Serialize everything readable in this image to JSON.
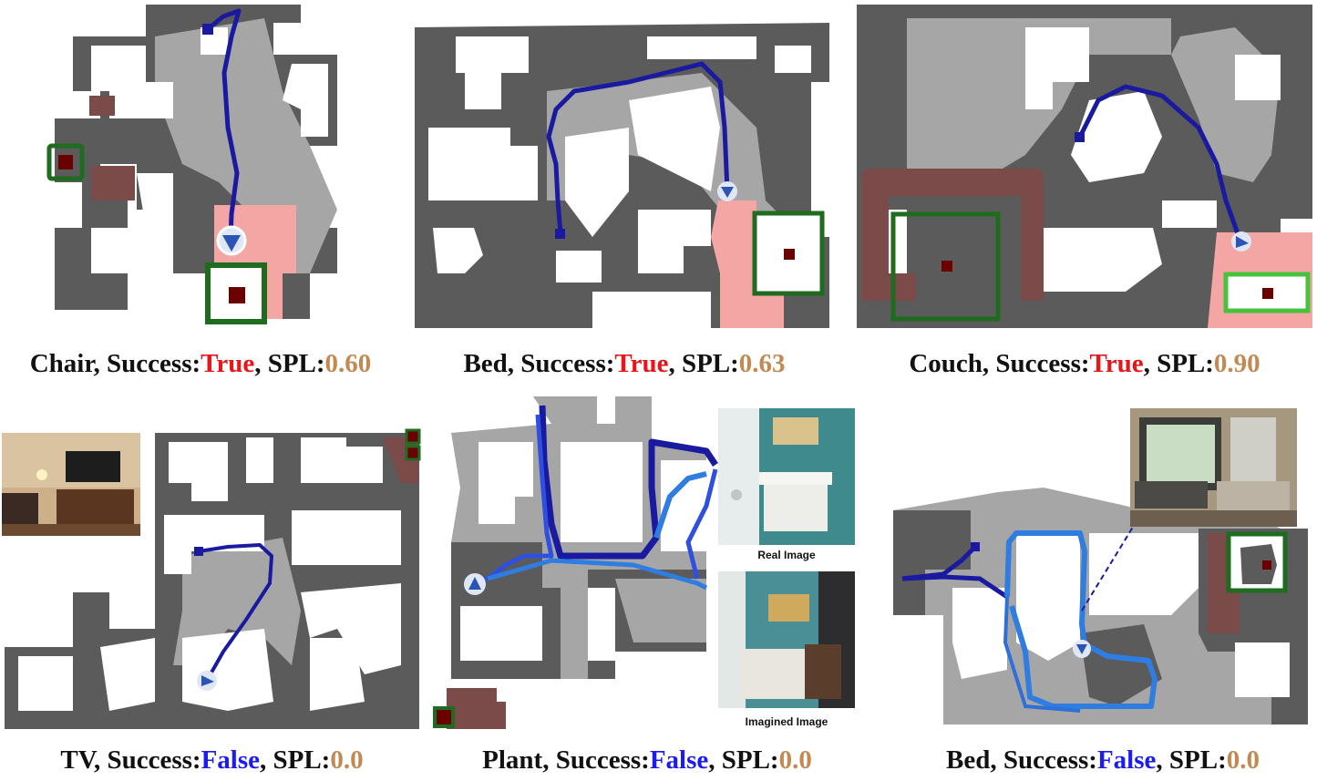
{
  "colors": {
    "obstacle": "#5b5b5b",
    "explored": "#a6a6a6",
    "free": "#ffffff",
    "goal_region": "#f4a6a4",
    "object": "#7a4b48",
    "target": "#6a0000",
    "goal_box": "#1f6b1f",
    "goal_box_light": "#47c23c",
    "path_dark": "#1a1aa0",
    "path_light": "#2f7de0",
    "success_true": "#e8161b",
    "success_false": "#1c1cf0",
    "spl": "#c28a52"
  },
  "panels": [
    {
      "object": "Chair",
      "success_label": "Success:",
      "success": "True",
      "spl_label": "SPL:",
      "spl": "0.60",
      "sep1": ", ",
      "sep2": ", "
    },
    {
      "object": "Bed",
      "success_label": "Success:",
      "success": "True",
      "spl_label": "SPL:",
      "spl": "0.63",
      "sep1": ", ",
      "sep2": ", "
    },
    {
      "object": "Couch",
      "success_label": "Success:",
      "success": "True",
      "spl_label": "SPL:",
      "spl": "0.90",
      "sep1": ", ",
      "sep2": ", "
    },
    {
      "object": "TV",
      "success_label": "Success:",
      "success": "False",
      "spl_label": "SPL:",
      "spl": "0.0",
      "sep1": ", ",
      "sep2": ", "
    },
    {
      "object": "Plant",
      "success_label": "Success:",
      "success": "False",
      "spl_label": "SPL:",
      "spl": "0.0",
      "sep1": ", ",
      "sep2": ", "
    },
    {
      "object": "Bed",
      "success_label": "Success:",
      "success": "False",
      "spl_label": "SPL:",
      "spl": "0.0",
      "sep1": ", ",
      "sep2": ", "
    }
  ],
  "inset_labels": {
    "real": "Real Image",
    "imagined": "Imagined Image"
  }
}
